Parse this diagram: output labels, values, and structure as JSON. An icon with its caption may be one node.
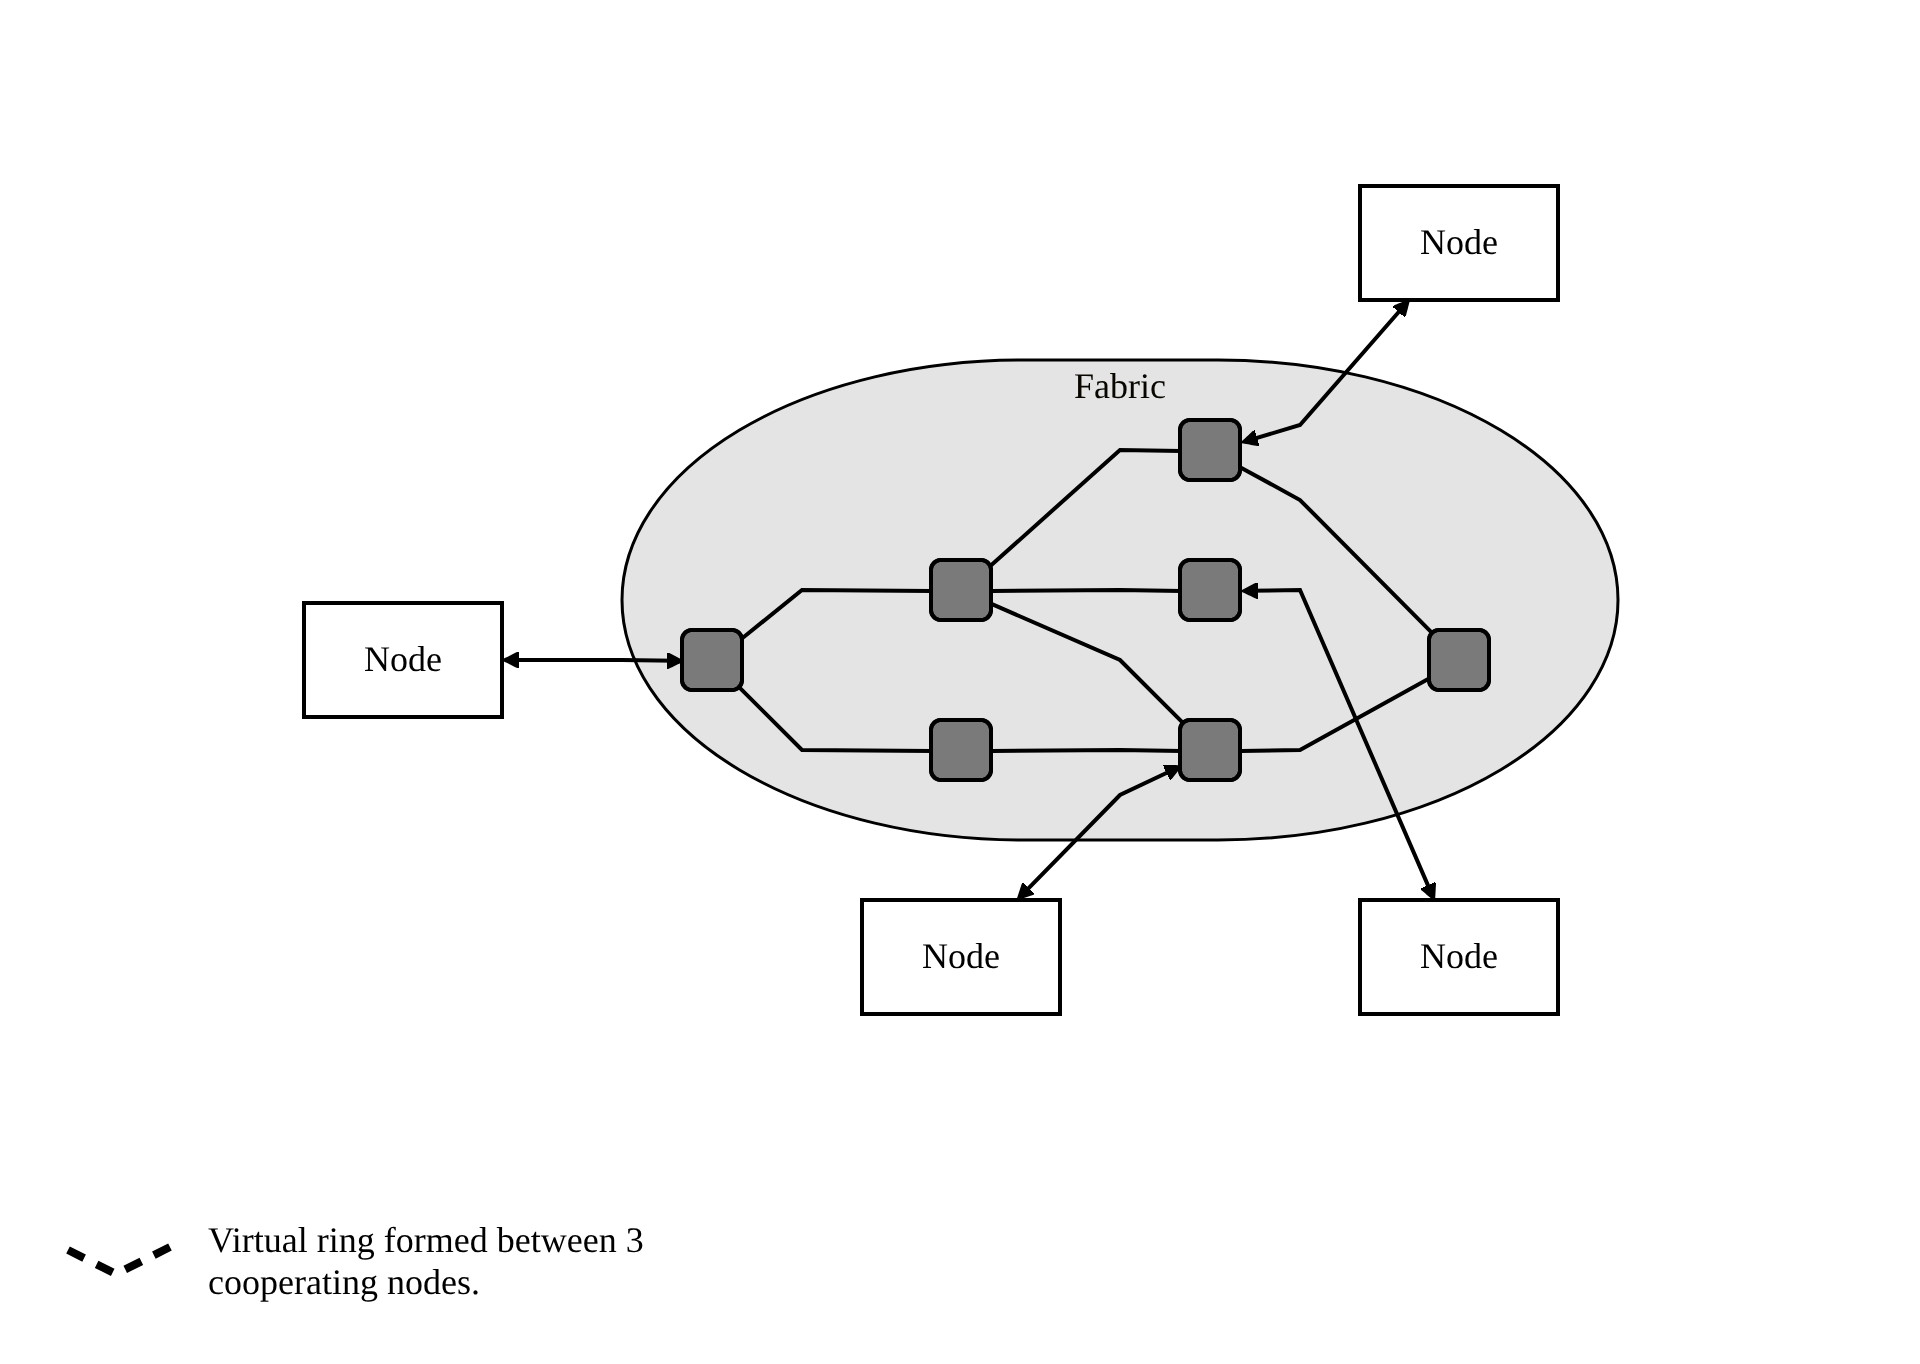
{
  "diagram": {
    "nodes": [
      {
        "text": [
          "Fabric"
        ]
      },
      {
        "text": [
          "Node"
        ]
      },
      {
        "text": [
          "Node"
        ]
      },
      {
        "text": [
          "Node"
        ]
      },
      {
        "text": [
          "Node"
        ]
      },
      {
        "text": [],
        "shape": "box",
        "in": 0
      },
      {
        "text": [],
        "shape": "box",
        "in": 0
      },
      {
        "text": [],
        "shape": "box",
        "in": 0
      },
      {
        "text": [],
        "shape": "box",
        "in": 0
      },
      {
        "text": [],
        "shape": "box",
        "in": 0
      },
      {
        "text": [],
        "shape": "box",
        "in": 0
      },
      {
        "text": [],
        "shape": "box",
        "in": 0
      }
    ],
    "edges": [
      {
        "from": 1,
        "to": 6,
        "arrow": "both"
      },
      {
        "from": 6,
        "to": 5,
        "arrow": "none"
      },
      {
        "from": 5,
        "to": 7,
        "arrow": "none"
      },
      {
        "from": 2,
        "to": 7,
        "arrow": "both"
      },
      {
        "from": 6,
        "to": 8,
        "arrow": "none"
      },
      {
        "from": 8,
        "to": 7,
        "arrow": "none"
      },
      {
        "from": 8,
        "to": 9,
        "arrow": "none"
      },
      {
        "from": 8,
        "to": 10,
        "arrow": "none"
      },
      {
        "from": 7,
        "to": 11,
        "arrow": "none"
      },
      {
        "from": 10,
        "to": 11,
        "arrow": "none"
      },
      {
        "from": 9,
        "to": 3,
        "arrow": "both"
      },
      {
        "from": 10,
        "to": 4,
        "arrow": "both"
      }
    ],
    "legend": [
      {
        "text": "Virtual ring formed between 3 cooperating nodes."
      }
    ]
  }
}
